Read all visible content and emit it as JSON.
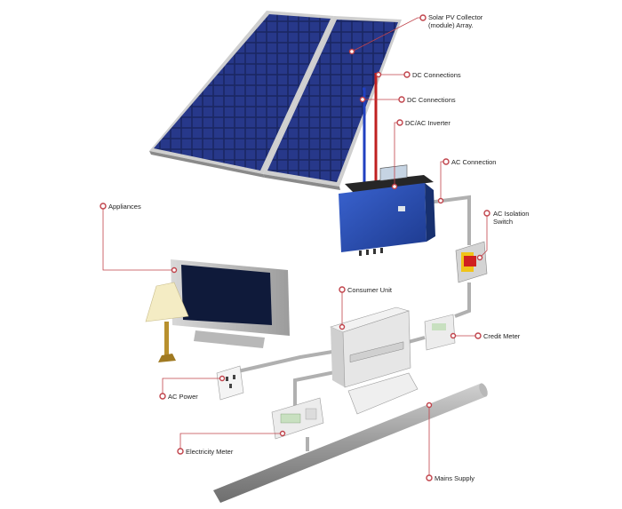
{
  "labels": {
    "solar_array": "Solar PV Collector\n(module) Array.",
    "dc_connections_1": "DC Connections",
    "dc_connections_2": "DC Connections",
    "inverter": "DC/AC Inverter",
    "ac_connection": "AC Connection",
    "ac_isolation": "AC Isolation\nSwitch",
    "appliances": "Appliances",
    "consumer_unit": "Consumer Unit",
    "credit_meter": "Credit Meter",
    "ac_power": "AC Power",
    "electricity_meter": "Electricity Meter",
    "mains_supply": "Mains Supply"
  },
  "colors": {
    "callout_line": "#c0424a",
    "callout_dot": "#c0424a",
    "panel_cell": "#1c2a66",
    "inverter_body": "#2a4fb5",
    "dc_positive": "#c02020",
    "dc_negative": "#2040c0",
    "cable": "#a9a9a9"
  }
}
